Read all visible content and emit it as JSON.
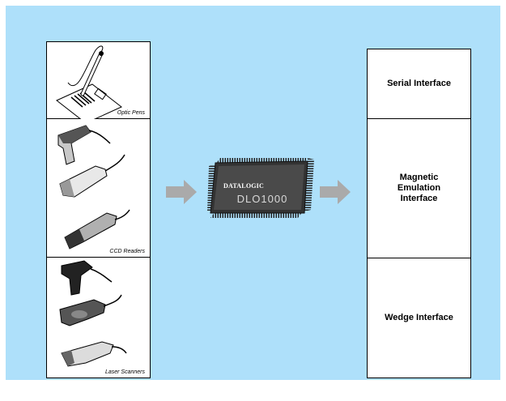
{
  "colors": {
    "background": "#aee0fa",
    "panel": "#ffffff",
    "border": "#000000",
    "arrow": "#aaaaaa",
    "chip": "#333333"
  },
  "inputs": [
    {
      "label": "Optic Pens",
      "icon": "optic-pen-icon"
    },
    {
      "label": "CCD Readers",
      "icon": "ccd-reader-icon"
    },
    {
      "label": "Laser Scanners",
      "icon": "laser-scanner-icon"
    }
  ],
  "chip": {
    "brand": "DATALOGIC",
    "model": "DLO1000",
    "icon": "microchip-icon"
  },
  "outputs": [
    {
      "label": "Serial Interface"
    },
    {
      "label": "Magnetic\nEmulation\nInterface"
    },
    {
      "label": "Wedge Interface"
    }
  ]
}
